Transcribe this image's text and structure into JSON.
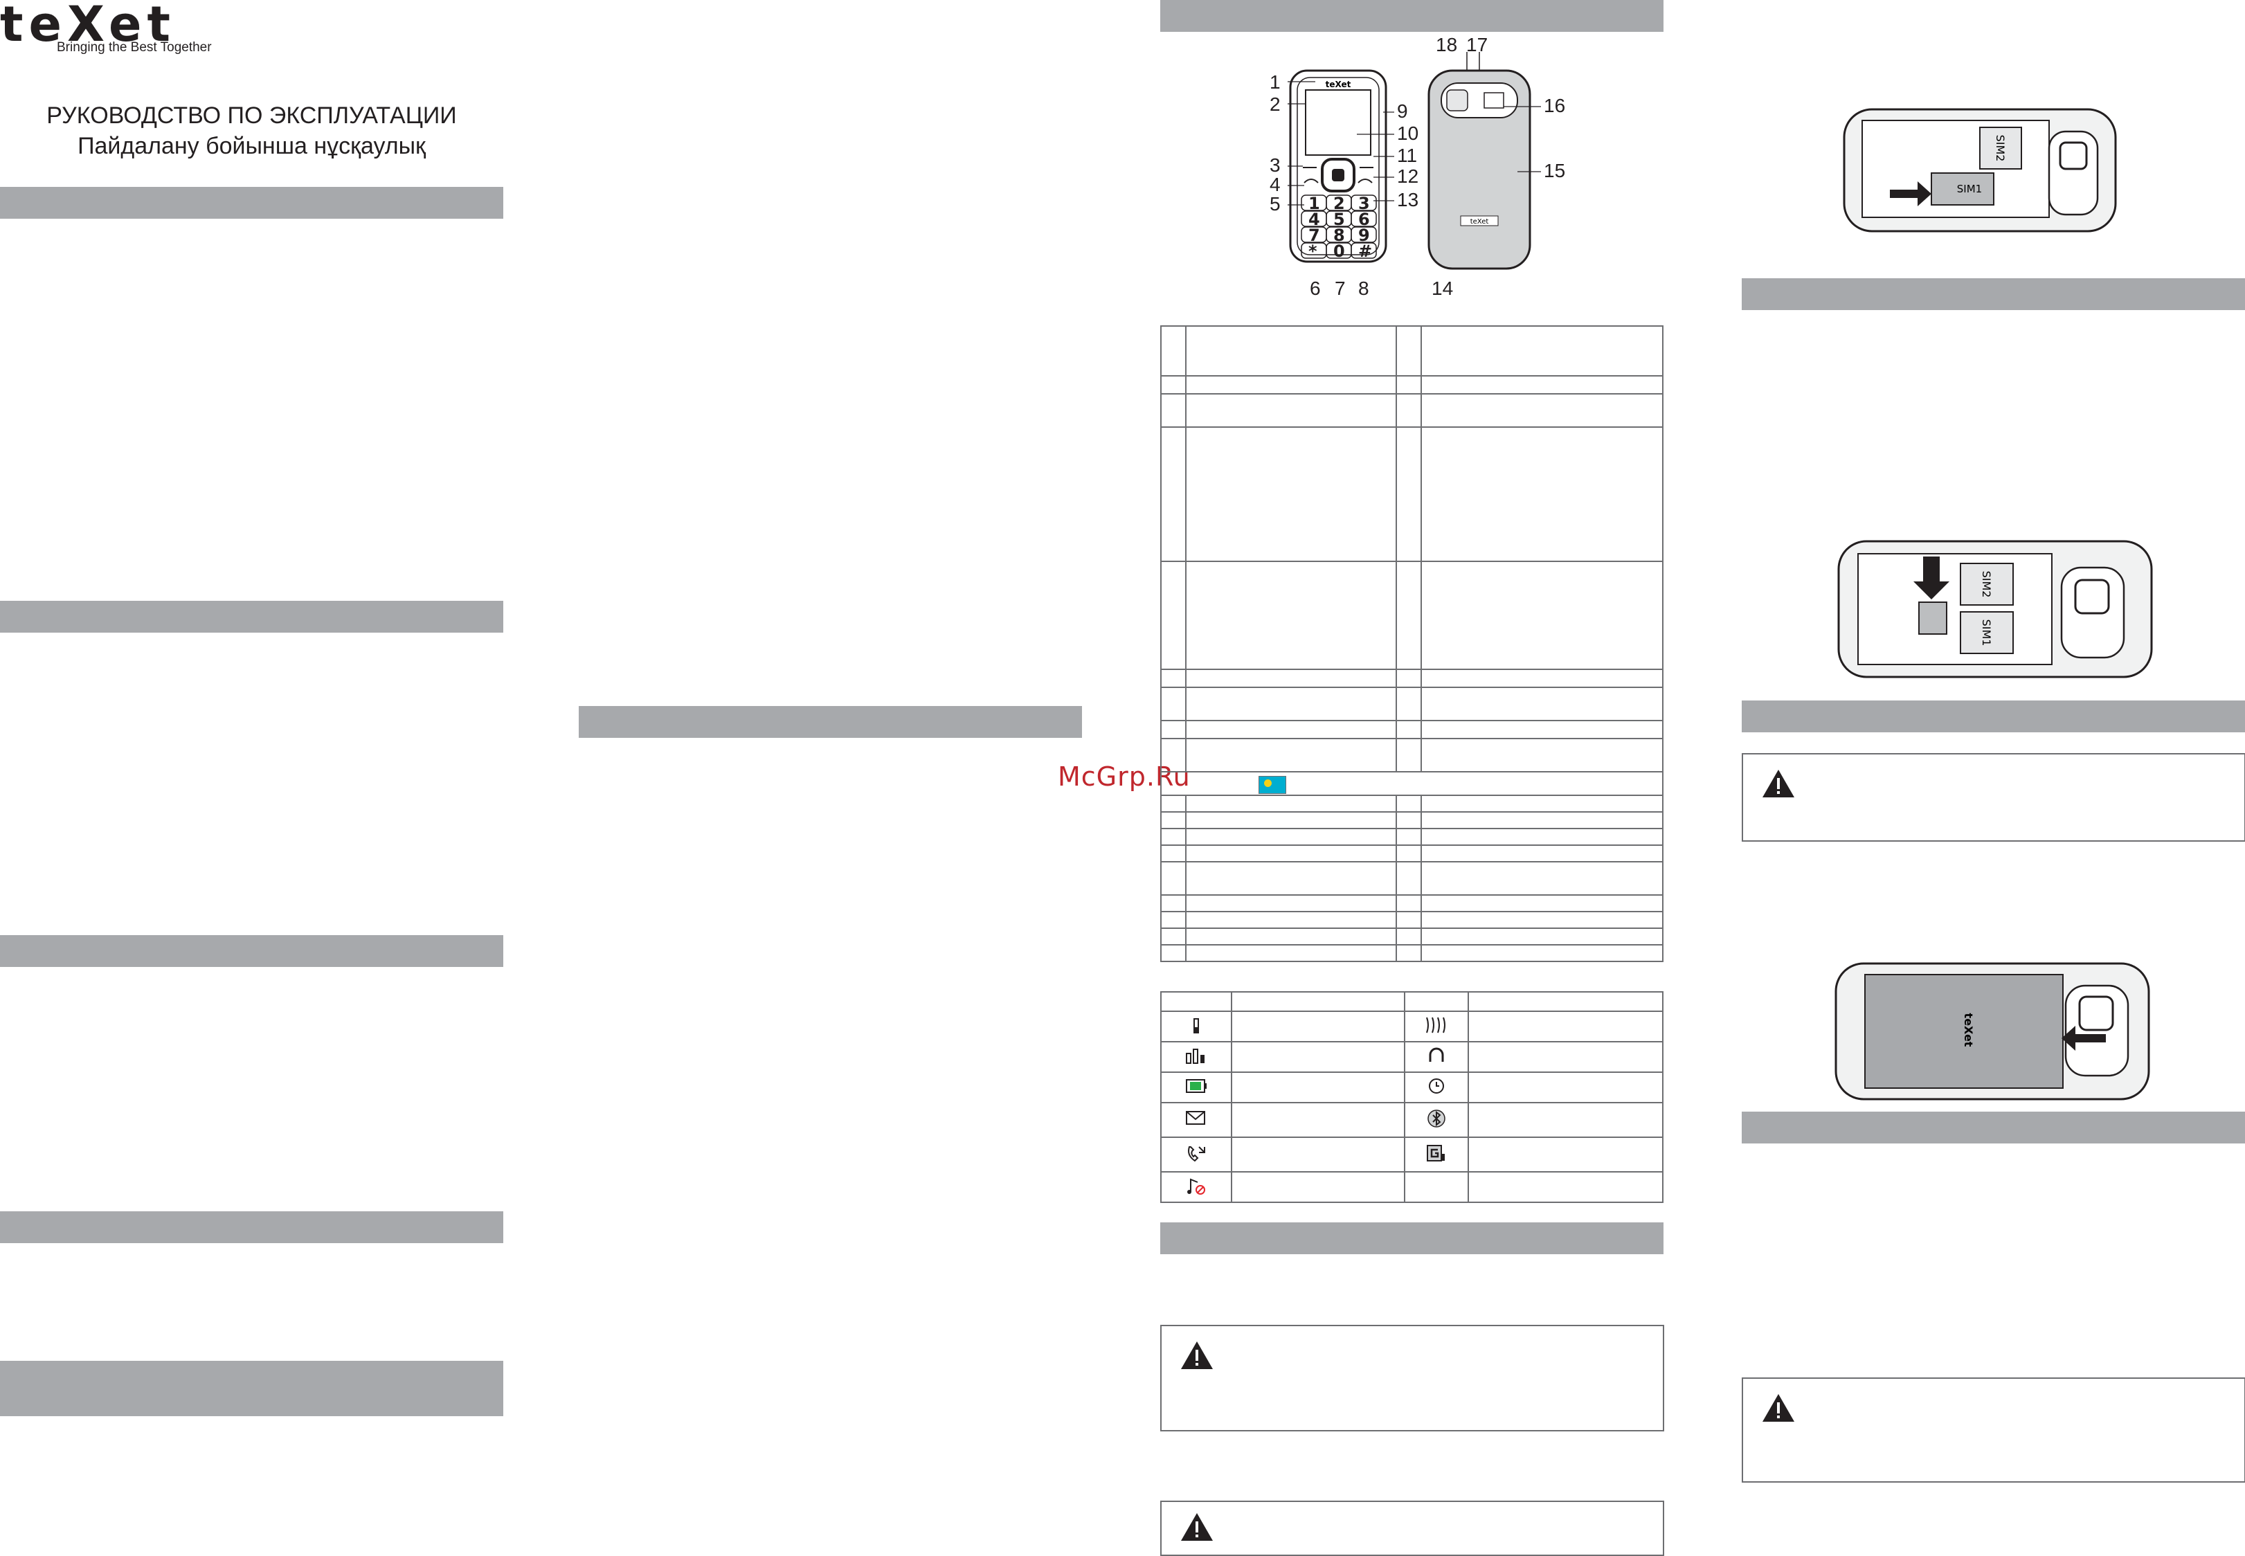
{
  "brand": {
    "logo": "teXet",
    "tagline": "Bringing the Best Together"
  },
  "titles": {
    "ru": "РУКОВОДСТВО ПО ЭКСПЛУАТАЦИИ",
    "kz": "Пайдалану бойынша нұсқаулық"
  },
  "watermark": "McGrp.Ru",
  "phone_diagram": {
    "screen_logo": "teXet",
    "back_logo": "teXet",
    "callouts": [
      "1",
      "2",
      "3",
      "4",
      "5",
      "6",
      "7",
      "8",
      "9",
      "10",
      "11",
      "12",
      "13",
      "14",
      "15",
      "16",
      "17",
      "18"
    ],
    "keys": [
      "1",
      "2",
      "3",
      "4",
      "5",
      "6",
      "7",
      "8",
      "9",
      "*",
      "0",
      "#"
    ]
  },
  "sim_labels": {
    "sim1": "SIM1",
    "sim2": "SIM2",
    "battery_logo": "teXet"
  },
  "status_icons": [
    "signal-icon",
    "dual-signal-icon",
    "battery-icon",
    "sms-icon",
    "missed-call-icon",
    "silent-icon",
    "vibrate-icon",
    "headset-icon",
    "alarm-icon",
    "bluetooth-icon",
    "gprs-icon"
  ],
  "colors": {
    "section_bar": "#a7a9ac",
    "rule": "#6d6e71",
    "watermark": "#c0272d"
  }
}
